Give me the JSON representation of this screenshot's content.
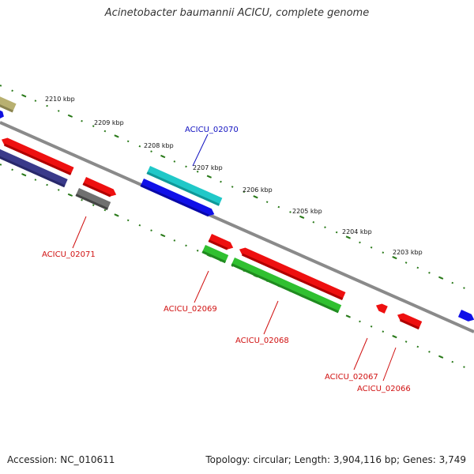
{
  "title": "Acinetobacter baumannii ACICU, complete genome",
  "footer": {
    "accession": "Accession: NC_010611",
    "topology": "Topology: circular; Length: 3,904,116 bp; Genes: 3,749"
  },
  "colors": {
    "backbone": "#8a8a8a",
    "tick_track": "#2a7a1a",
    "label_blue": "#1010c0",
    "label_red": "#d01010"
  },
  "kbp_labels": [
    "2210 kbp",
    "2209 kbp",
    "2208 kbp",
    "2207 kbp",
    "2206 kbp",
    "2205 kbp",
    "2204 kbp",
    "2203 kbp"
  ],
  "genes": [
    {
      "name": "ACICU_02070",
      "color": "#1010c0"
    },
    {
      "name": "ACICU_02071",
      "color": "#d01010"
    },
    {
      "name": "ACICU_02069",
      "color": "#d01010"
    },
    {
      "name": "ACICU_02068",
      "color": "#d01010"
    },
    {
      "name": "ACICU_02067",
      "color": "#d01010"
    },
    {
      "name": "ACICU_02066",
      "color": "#d01010"
    }
  ]
}
